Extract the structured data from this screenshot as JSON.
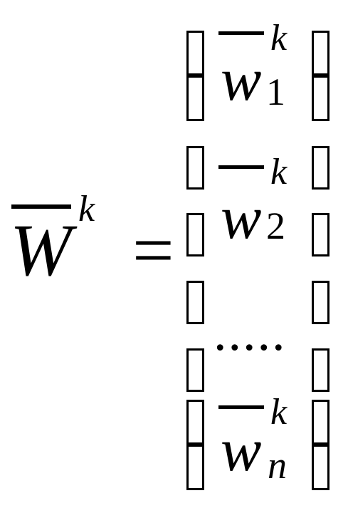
{
  "formula": {
    "lhs": {
      "symbol": "W",
      "superscript": "k"
    },
    "relation": "=",
    "entries": [
      {
        "symbol": "w",
        "subscript": "1",
        "superscript": "k"
      },
      {
        "symbol": "w",
        "subscript": "2",
        "superscript": "k"
      },
      {
        "ellipsis": "....."
      },
      {
        "symbol": "w",
        "subscript": "n",
        "superscript": "k"
      }
    ]
  }
}
